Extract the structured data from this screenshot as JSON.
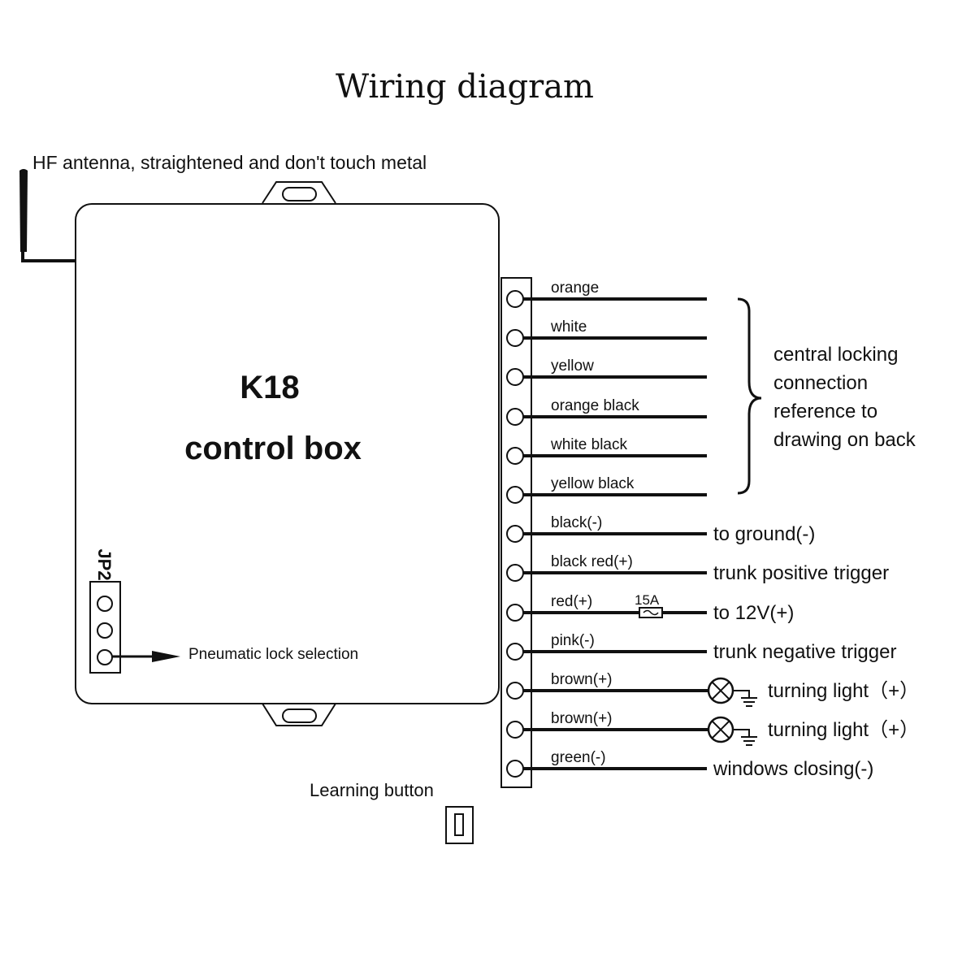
{
  "title": "Wiring diagram",
  "antenna": {
    "label": "HF antenna, straightened and don't touch metal",
    "icon": "antenna-icon"
  },
  "control_box": {
    "line1": "K18",
    "line2": "control box",
    "learning_button_label": "Learning button",
    "jp2": {
      "label": "JP2",
      "pin_count": 3,
      "pointer_label": "Pneumatic lock selection"
    }
  },
  "central_locking": {
    "lines": [
      "central locking",
      "connection",
      "reference to",
      "drawing on back"
    ]
  },
  "fuse_label": "15A",
  "wires": [
    {
      "color_label": "orange",
      "destination": "",
      "bracketed": true,
      "lamp": false
    },
    {
      "color_label": "white",
      "destination": "",
      "bracketed": true,
      "lamp": false
    },
    {
      "color_label": "yellow",
      "destination": "",
      "bracketed": true,
      "lamp": false
    },
    {
      "color_label": "orange black",
      "destination": "",
      "bracketed": true,
      "lamp": false
    },
    {
      "color_label": "white black",
      "destination": "",
      "bracketed": true,
      "lamp": false
    },
    {
      "color_label": "yellow black",
      "destination": "",
      "bracketed": true,
      "lamp": false
    },
    {
      "color_label": "black(-)",
      "destination": "to ground(-)",
      "bracketed": false,
      "lamp": false
    },
    {
      "color_label": "black red(+)",
      "destination": "trunk positive trigger",
      "bracketed": false,
      "lamp": false
    },
    {
      "color_label": "red(+)",
      "destination": "to 12V(+)",
      "bracketed": false,
      "lamp": false,
      "fuse": true
    },
    {
      "color_label": "pink(-)",
      "destination": "trunk negative trigger",
      "bracketed": false,
      "lamp": false
    },
    {
      "color_label": "brown(+)",
      "destination": "turning light（+）",
      "bracketed": false,
      "lamp": true
    },
    {
      "color_label": "brown(+)",
      "destination": "turning light（+）",
      "bracketed": false,
      "lamp": true
    },
    {
      "color_label": "green(-)",
      "destination": "windows closing(-)",
      "bracketed": false,
      "lamp": false
    }
  ],
  "colors": {
    "ink": "#111111",
    "background": "#ffffff"
  }
}
